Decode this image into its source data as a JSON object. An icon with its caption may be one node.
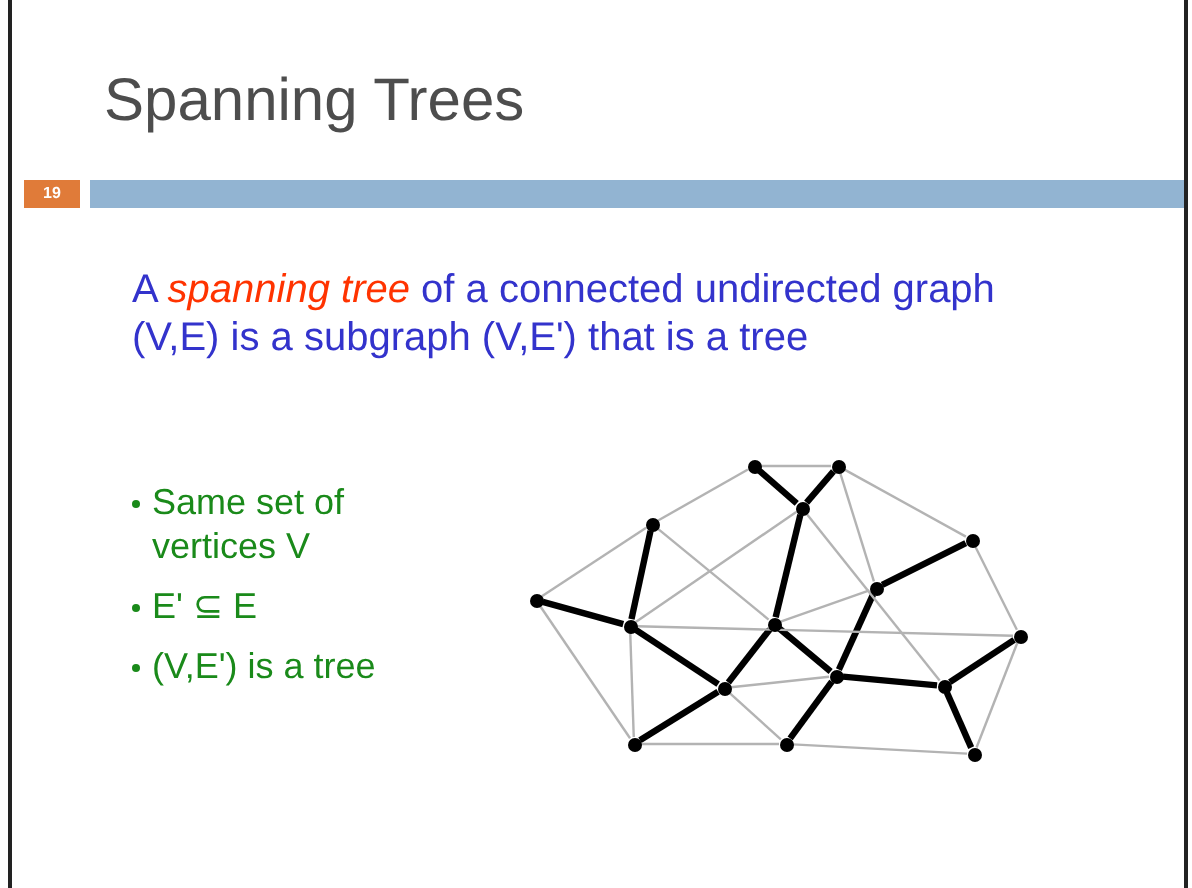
{
  "diagram": {
    "title": "Spanning Trees",
    "nodes": [
      {
        "text": [],
        "shape": "circle"
      },
      {
        "text": [],
        "shape": "circle"
      },
      {
        "text": [],
        "shape": "circle"
      },
      {
        "text": [],
        "shape": "circle"
      },
      {
        "text": [],
        "shape": "circle"
      },
      {
        "text": [],
        "shape": "circle"
      },
      {
        "text": [],
        "shape": "circle"
      },
      {
        "text": [],
        "shape": "circle"
      },
      {
        "text": [],
        "shape": "circle"
      },
      {
        "text": [],
        "shape": "circle"
      },
      {
        "text": [],
        "shape": "circle"
      },
      {
        "text": [],
        "shape": "circle"
      },
      {
        "text": [],
        "shape": "circle"
      },
      {
        "text": [],
        "shape": "circle"
      },
      {
        "text": [],
        "shape": "circle"
      },
      {
        "text": [],
        "shape": "circle"
      }
    ],
    "edges": [
      {
        "from": 0,
        "to": 2,
        "arrow": "none",
        "style": "thick",
        "color": "#000000"
      },
      {
        "from": 1,
        "to": 2,
        "arrow": "none",
        "style": "thick",
        "color": "#000000"
      },
      {
        "from": 2,
        "to": 8,
        "arrow": "none",
        "style": "thick",
        "color": "#000000"
      },
      {
        "from": 3,
        "to": 7,
        "arrow": "none",
        "style": "thick",
        "color": "#000000"
      },
      {
        "from": 5,
        "to": 7,
        "arrow": "none",
        "style": "thick",
        "color": "#000000"
      },
      {
        "from": 7,
        "to": 10,
        "arrow": "none",
        "style": "thick",
        "color": "#000000"
      },
      {
        "from": 8,
        "to": 10,
        "arrow": "none",
        "style": "thick",
        "color": "#000000"
      },
      {
        "from": 8,
        "to": 11,
        "arrow": "none",
        "style": "thick",
        "color": "#000000"
      },
      {
        "from": 10,
        "to": 13,
        "arrow": "none",
        "style": "thick",
        "color": "#000000"
      },
      {
        "from": 11,
        "to": 14,
        "arrow": "none",
        "style": "thick",
        "color": "#000000"
      },
      {
        "from": 11,
        "to": 12,
        "arrow": "none",
        "style": "thick",
        "color": "#000000"
      },
      {
        "from": 6,
        "to": 11,
        "arrow": "none",
        "style": "thick",
        "color": "#000000"
      },
      {
        "from": 6,
        "to": 4,
        "arrow": "none",
        "style": "thick",
        "color": "#000000"
      },
      {
        "from": 12,
        "to": 9,
        "arrow": "none",
        "style": "thick",
        "color": "#000000"
      },
      {
        "from": 12,
        "to": 15,
        "arrow": "none",
        "style": "thick",
        "color": "#000000"
      },
      {
        "from": 0,
        "to": 1,
        "arrow": "none"
      },
      {
        "from": 0,
        "to": 3,
        "arrow": "none"
      },
      {
        "from": 3,
        "to": 5,
        "arrow": "none"
      },
      {
        "from": 5,
        "to": 13,
        "arrow": "none"
      },
      {
        "from": 3,
        "to": 8,
        "arrow": "none"
      },
      {
        "from": 7,
        "to": 2,
        "arrow": "none"
      },
      {
        "from": 7,
        "to": 9,
        "arrow": "none"
      },
      {
        "from": 8,
        "to": 6,
        "arrow": "none"
      },
      {
        "from": 7,
        "to": 13,
        "arrow": "none"
      },
      {
        "from": 2,
        "to": 12,
        "arrow": "none"
      },
      {
        "from": 1,
        "to": 6,
        "arrow": "none"
      },
      {
        "from": 1,
        "to": 4,
        "arrow": "none"
      },
      {
        "from": 4,
        "to": 9,
        "arrow": "none"
      },
      {
        "from": 9,
        "to": 15,
        "arrow": "none"
      },
      {
        "from": 10,
        "to": 11,
        "arrow": "none"
      },
      {
        "from": 10,
        "to": 14,
        "arrow": "none"
      },
      {
        "from": 13,
        "to": 14,
        "arrow": "none"
      },
      {
        "from": 14,
        "to": 15,
        "arrow": "none"
      }
    ],
    "labels": [
      "19",
      "A *spanning tree* of a connected undirected graph (V,E) is a subgraph (V,E') that is a tree",
      "Same set of vertices V",
      "E' ⊆ E",
      "(V,E') is a tree"
    ]
  }
}
